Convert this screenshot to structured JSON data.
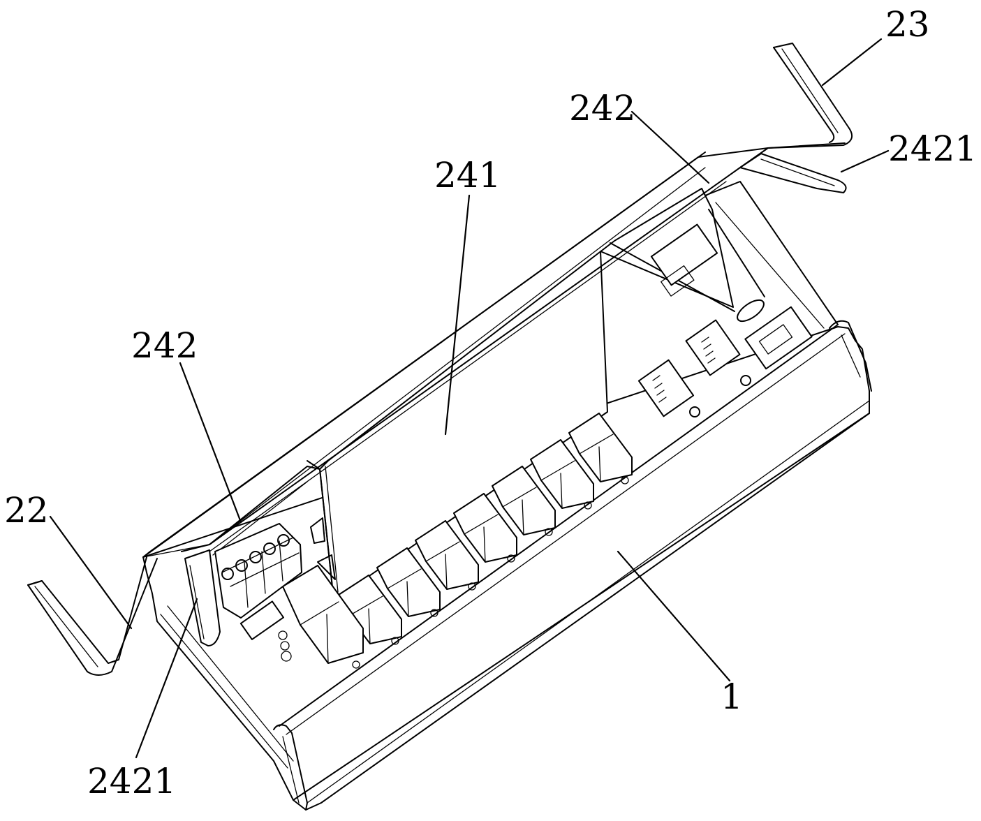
{
  "figure": {
    "labels": {
      "label_23": "23",
      "label_242_top": "242",
      "label_2421_right": "2421",
      "label_241": "241",
      "label_242_left": "242",
      "label_22": "22",
      "label_2421_bottom": "2421",
      "label_1": "1"
    }
  }
}
